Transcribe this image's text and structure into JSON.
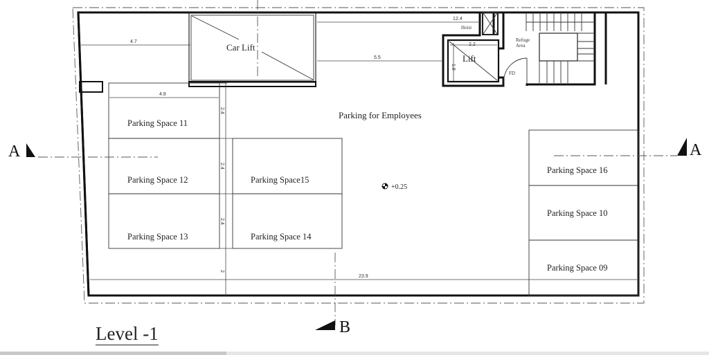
{
  "drawing": {
    "title": "Level -1",
    "area_label": "Parking for Employees",
    "level_marker": "+0.25"
  },
  "rooms": {
    "car_lift": "Car Lift",
    "lift": "Lift",
    "hoist": "Hoist",
    "refuge_area": "Refuge Area",
    "fire_door": "FD"
  },
  "parking_spaces": [
    {
      "id": "ps-11",
      "label": "Parking Space 11"
    },
    {
      "id": "ps-12",
      "label": "Parking Space 12"
    },
    {
      "id": "ps-13",
      "label": "Parking Space 13"
    },
    {
      "id": "ps-15",
      "label": "Parking Space15"
    },
    {
      "id": "ps-14",
      "label": "Parking Space 14"
    },
    {
      "id": "ps-16",
      "label": "Parking Space 16"
    },
    {
      "id": "ps-10",
      "label": "Parking Space 10"
    },
    {
      "id": "ps-09",
      "label": "Parking Space 09"
    }
  ],
  "dimensions": {
    "car_lift_offset": "4.7",
    "parking_depth": "4.8",
    "total_width_top": "12.4",
    "lift_offset": "5.5",
    "lift_width": "2.2",
    "lift_depth": "1.8",
    "bay_1": "2.4",
    "bay_2": "2.4",
    "bay_3": "2.4",
    "rear_clearance": "2",
    "total_width": "23.9"
  },
  "section_markers": {
    "left": "A",
    "right": "A",
    "bottom": "B"
  }
}
